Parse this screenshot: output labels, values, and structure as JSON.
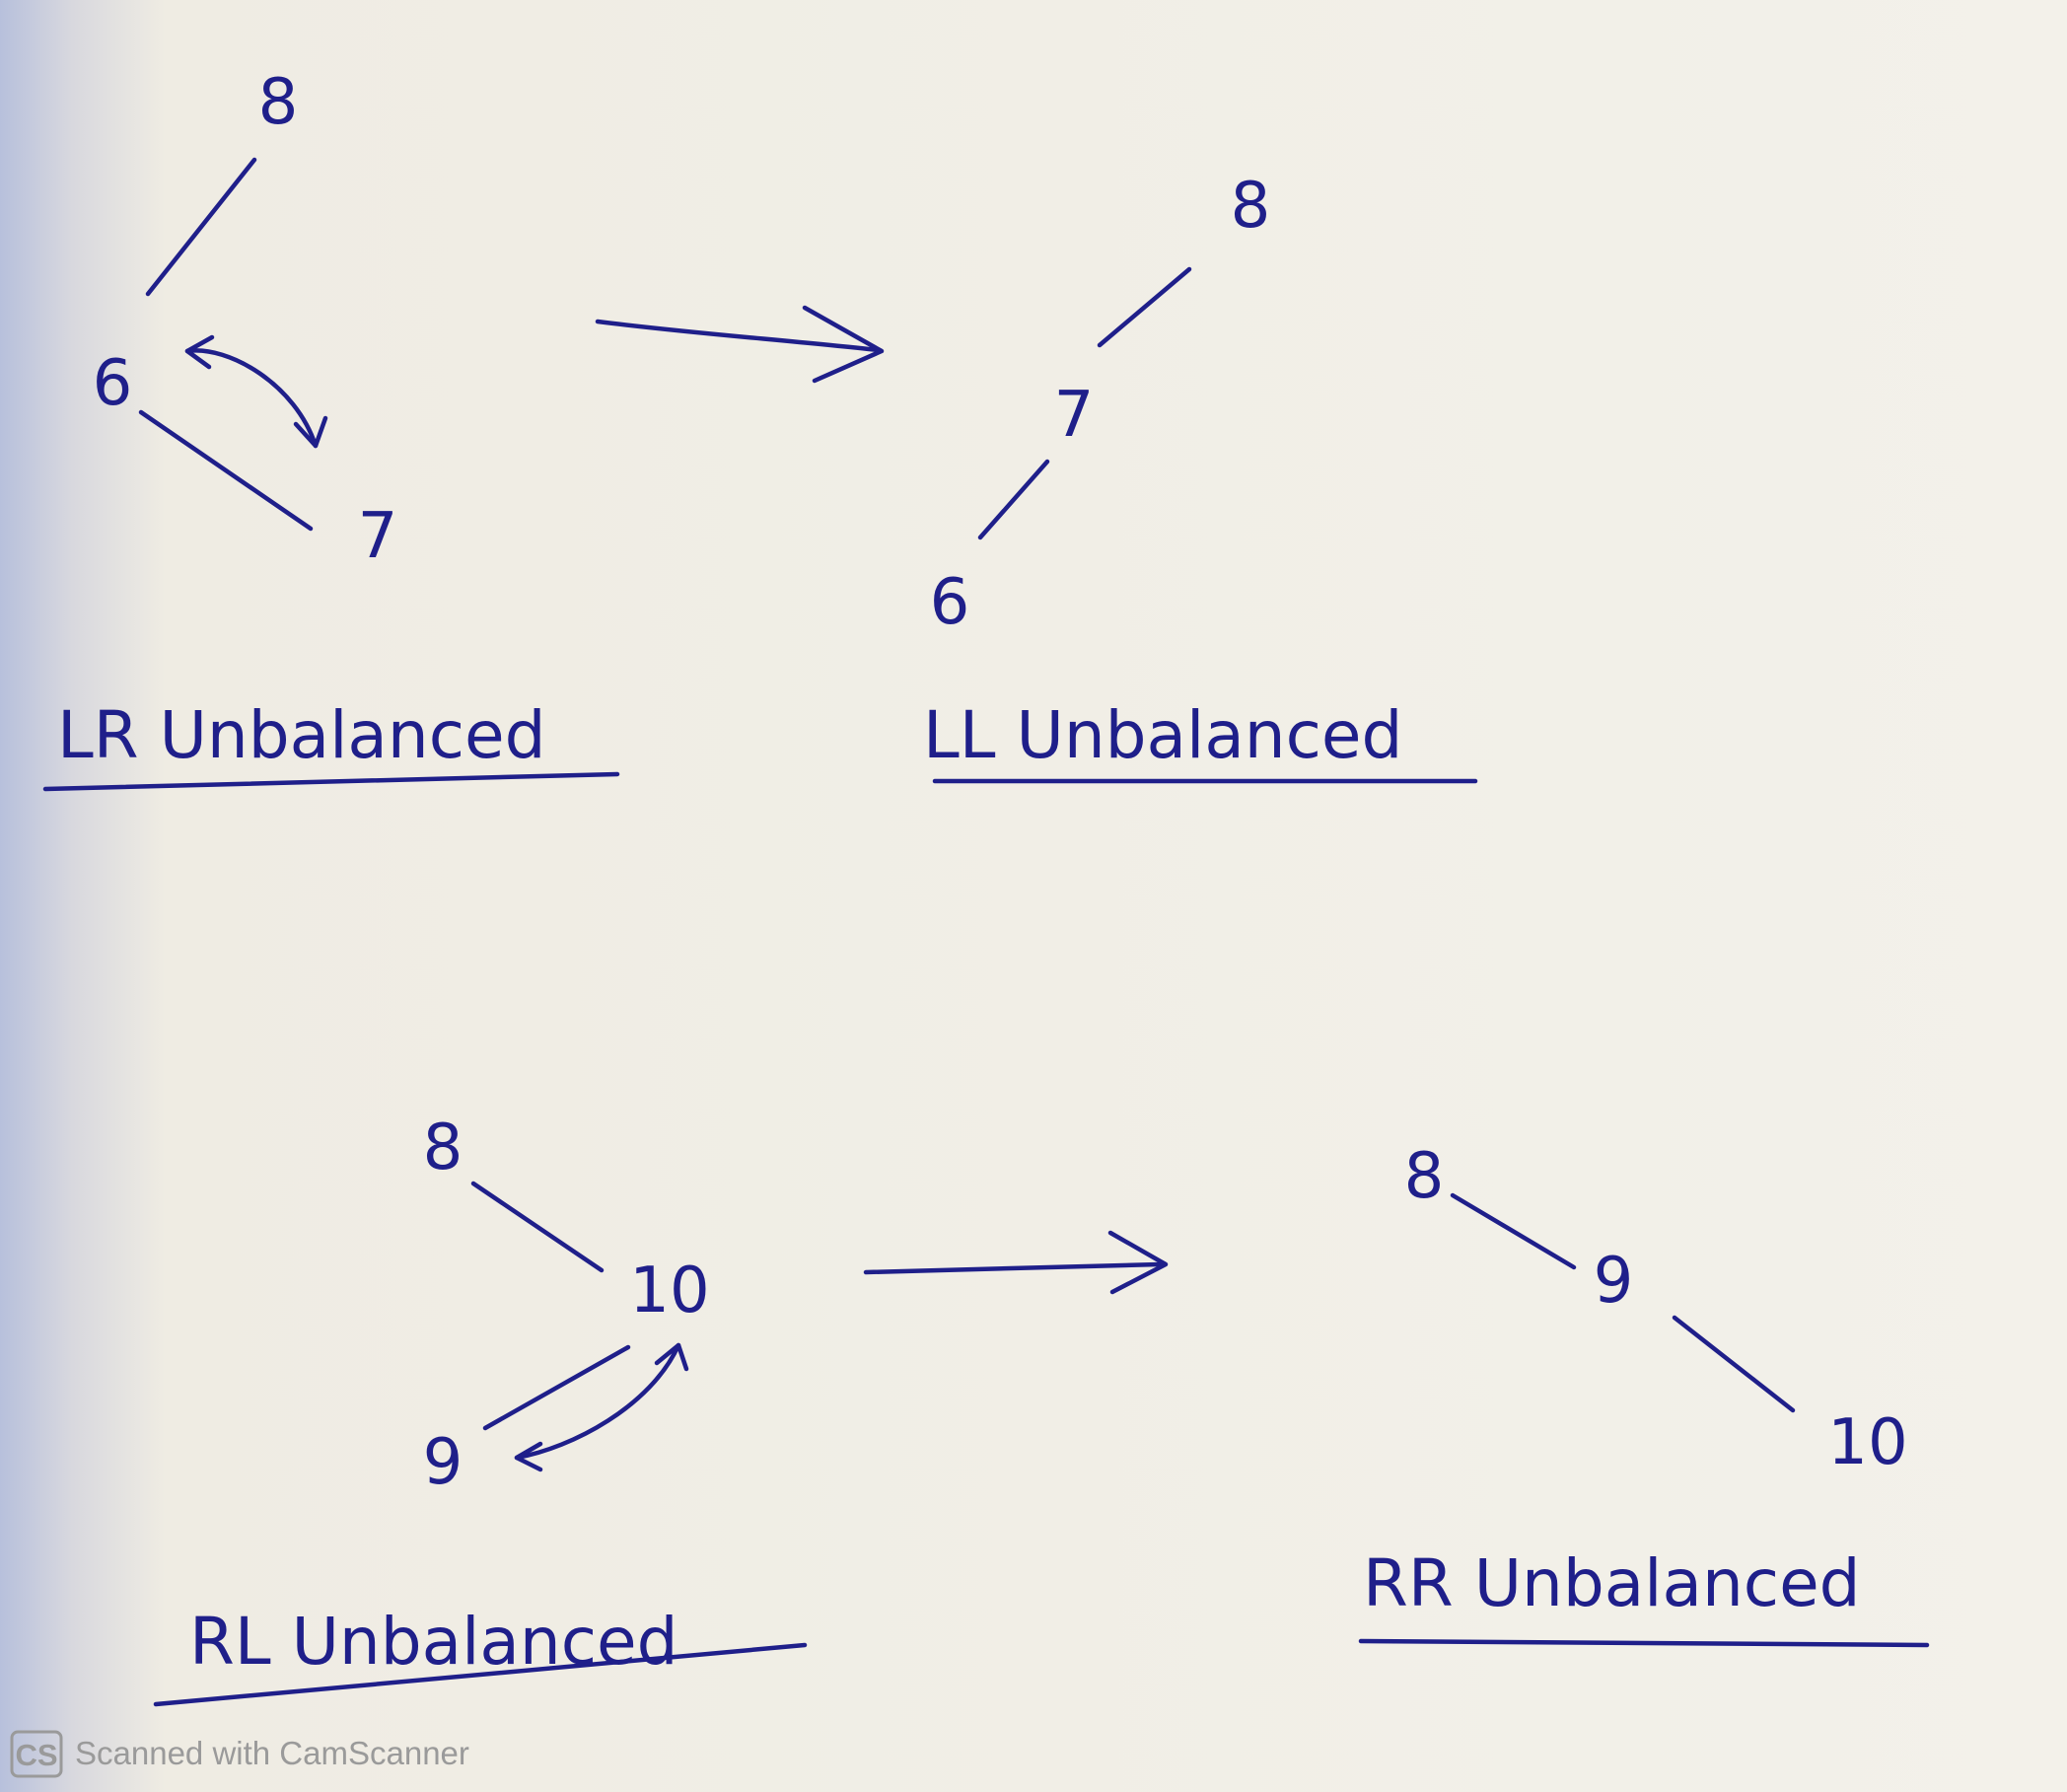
{
  "diagrams": [
    {
      "id": "lr",
      "caption": "LR Unbalanced",
      "nodes": [
        {
          "label": "8"
        },
        {
          "label": "6"
        },
        {
          "label": "7"
        }
      ]
    },
    {
      "id": "ll",
      "caption": "LL Unbalanced",
      "nodes": [
        {
          "label": "8"
        },
        {
          "label": "7"
        },
        {
          "label": "6"
        }
      ]
    },
    {
      "id": "rl",
      "caption": "RL Unbalanced",
      "nodes": [
        {
          "label": "8"
        },
        {
          "label": "10"
        },
        {
          "label": "9"
        }
      ]
    },
    {
      "id": "rr",
      "caption": "RR Unbalanced",
      "nodes": [
        {
          "label": "8"
        },
        {
          "label": "9"
        },
        {
          "label": "10"
        }
      ]
    }
  ],
  "watermark": {
    "logo": "CS",
    "text": "Scanned with CamScanner"
  },
  "colors": {
    "ink": "#1f1f8a",
    "paper": "#f2f0ea",
    "watermark": "#9a9a9a"
  }
}
